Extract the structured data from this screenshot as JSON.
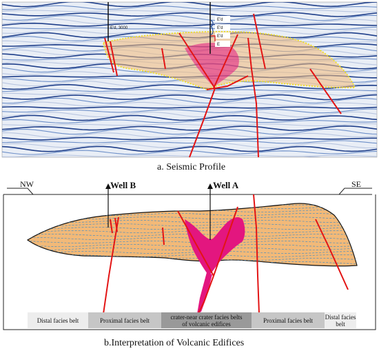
{
  "panel_a": {
    "caption": "a.  Seismic Profile",
    "horizon_tags": [
      "E'd",
      "E'd",
      "E'd",
      "E"
    ],
    "well_top_label": "E'd, 3000"
  },
  "panel_b": {
    "caption": "b.Interpretation of Volcanic Edifices",
    "direction_left": "NW",
    "direction_right": "SE",
    "well_b": "Well B",
    "well_a": "Well A",
    "facies": [
      {
        "lines": [
          "Distal facies belt"
        ]
      },
      {
        "lines": [
          "Proximal facies belt"
        ]
      },
      {
        "lines": [
          "crater-near crater facies belts",
          "of volcanic edifices"
        ]
      },
      {
        "lines": [
          "Proximal facies belt"
        ]
      },
      {
        "lines": [
          "Distal facies",
          "belt"
        ]
      }
    ]
  },
  "colors": {
    "edifice_fill": "#f2b978",
    "crater_fill": "#e3167f",
    "fault": "#e31414",
    "trace_blue": "#2a4f9a",
    "horizon_yellow": "#f0e020"
  }
}
